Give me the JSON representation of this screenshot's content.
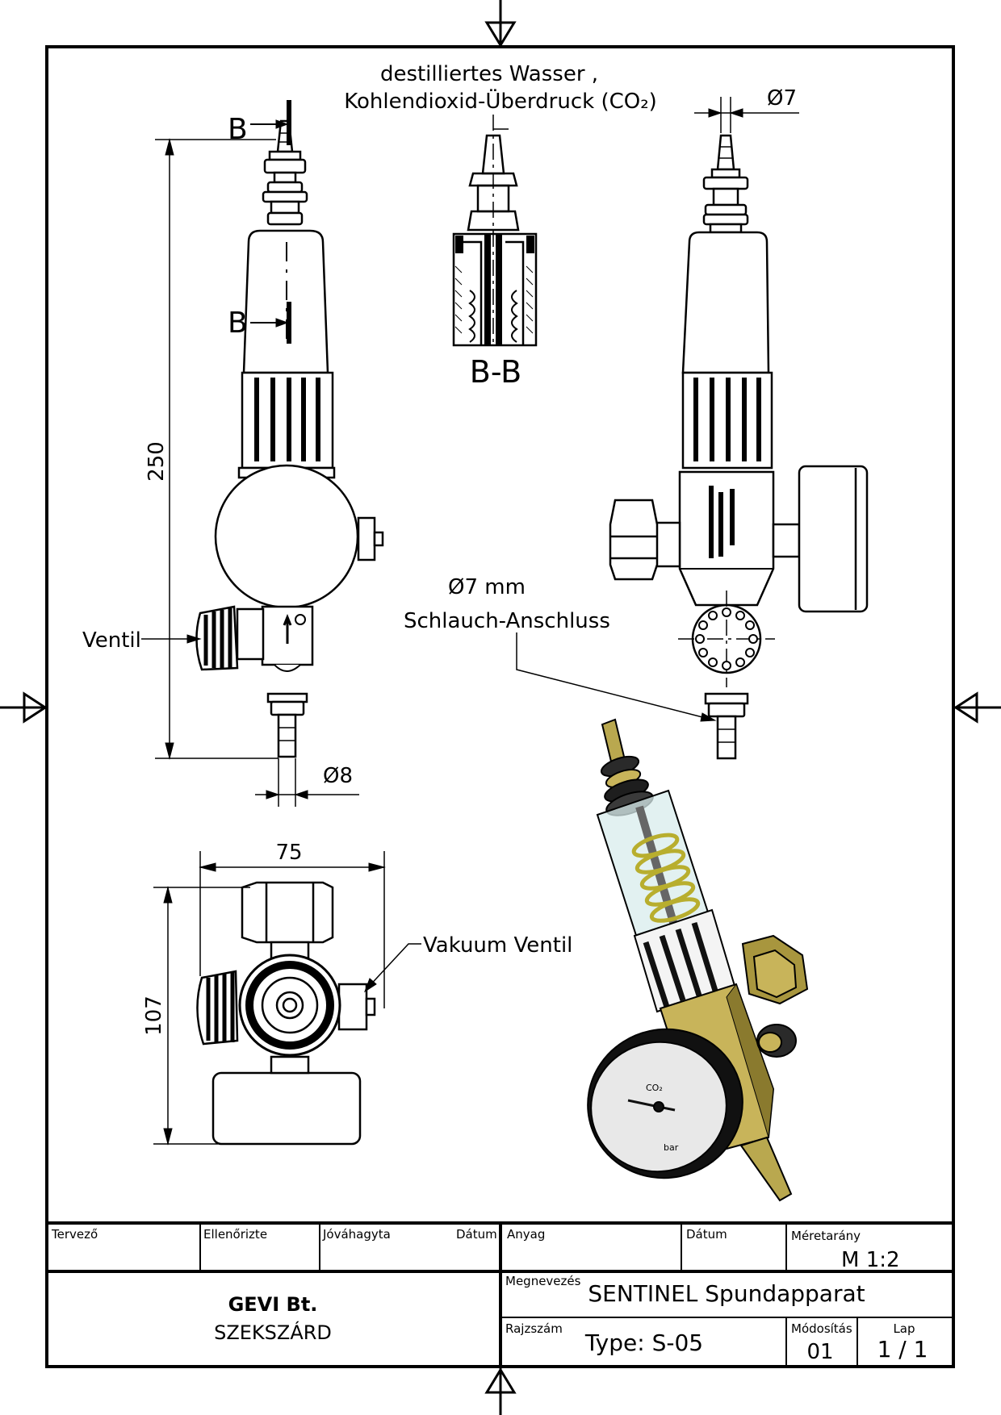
{
  "annotations": {
    "top_note_line1": "destilliertes Wasser ,",
    "top_note_line2": "Kohlendioxid-Überdruck (CO₂)",
    "section_mark_top": "B",
    "section_mark_bottom": "B",
    "section_title": "B-B",
    "dim_diameter_top": "Ø7",
    "dim_height": "250",
    "dim_diameter_outlet": "Ø8",
    "dim_width": "75",
    "dim_height_bottom": "107",
    "label_valve": "Ventil",
    "label_hose_line1": "Ø7 mm",
    "label_hose_line2": "Schlauch-Anschluss",
    "label_vacuum_valve": "Vakuum Ventil"
  },
  "title_block": {
    "designer_label": "Tervező",
    "checked_label": "Ellenőrizte",
    "approved_label": "Jóváhagyta",
    "date_label": "Dátum",
    "material_label": "Anyag",
    "date_label2": "Dátum",
    "scale_label": "Méretarány",
    "scale_value": "M 1:2",
    "company_name": "GEVI Bt.",
    "company_city": "SZEKSZÁRD",
    "name_label": "Megnevezés",
    "name_value": "SENTINEL Spundapparat",
    "drawing_no_label": "Rajzszám",
    "drawing_no_value": "Type: S-05",
    "revision_label": "Módosítás",
    "revision_value": "01",
    "sheet_label": "Lap",
    "sheet_value": "1 / 1"
  },
  "render_3d": {
    "gauge_label": "CO₂",
    "gauge_unit": "bar"
  },
  "colors": {
    "line": "#000000",
    "brass": "#c8b45a",
    "brass_dark": "#8a7a2e",
    "glass": "#d8ecec",
    "spring": "#e8e27a"
  }
}
